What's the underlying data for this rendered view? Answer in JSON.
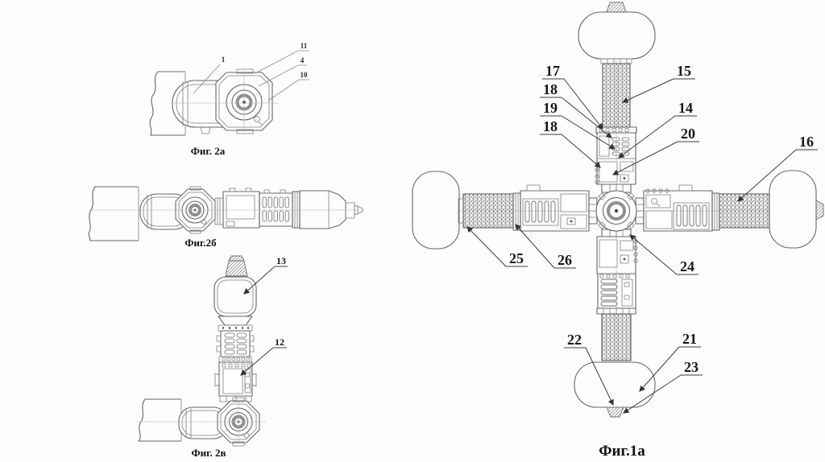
{
  "sheet": {
    "background": "#fdfdfd",
    "line_color": "#666666",
    "leader_color": "#3d3d3d",
    "text_color": "#171717"
  },
  "figures": {
    "fig2a": {
      "label": "Фиг. 2а",
      "callouts": {
        "c1": "1",
        "c11": "11",
        "c4": "4",
        "c10": "10"
      }
    },
    "fig2b": {
      "label": "Фиг.2б"
    },
    "fig2v": {
      "label": "Фиг. 2в",
      "callouts": {
        "c13": "13",
        "c12": "12"
      }
    },
    "fig1a": {
      "label": "Фиг.1а",
      "callouts": {
        "c17": "17",
        "c18a": "18",
        "c19": "19",
        "c18b": "18",
        "c15": "15",
        "c14": "14",
        "c20": "20",
        "c16": "16",
        "c25": "25",
        "c26": "26",
        "c24": "24",
        "c22": "22",
        "c21": "21",
        "c23": "23"
      }
    }
  }
}
